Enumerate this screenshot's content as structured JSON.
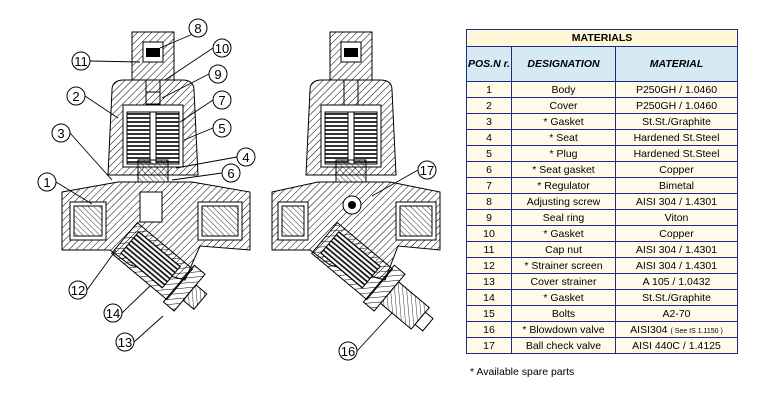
{
  "table": {
    "title": "MATERIALS",
    "headers": [
      "POS.N r.",
      "DESIGNATION",
      "MATERIAL"
    ],
    "rows": [
      {
        "pos": "1",
        "designation": "Body",
        "material": "P250GH / 1.0460"
      },
      {
        "pos": "2",
        "designation": "Cover",
        "material": "P250GH / 1.0460"
      },
      {
        "pos": "3",
        "designation": "* Gasket",
        "material": "St.St./Graphite"
      },
      {
        "pos": "4",
        "designation": "* Seat",
        "material": "Hardened St.Steel"
      },
      {
        "pos": "5",
        "designation": "* Plug",
        "material": "Hardened St.Steel"
      },
      {
        "pos": "6",
        "designation": "* Seat gasket",
        "material": "Copper"
      },
      {
        "pos": "7",
        "designation": "* Regulator",
        "material": "Bimetal"
      },
      {
        "pos": "8",
        "designation": "Adjusting screw",
        "material": "AISI 304 / 1.4301"
      },
      {
        "pos": "9",
        "designation": "Seal ring",
        "material": "Viton"
      },
      {
        "pos": "10",
        "designation": "* Gasket",
        "material": "Copper"
      },
      {
        "pos": "11",
        "designation": "Cap nut",
        "material": "AISI 304 / 1.4301"
      },
      {
        "pos": "12",
        "designation": "* Strainer screen",
        "material": "AISI 304 / 1.4301"
      },
      {
        "pos": "13",
        "designation": "Cover strainer",
        "material": "A 105 / 1.0432"
      },
      {
        "pos": "14",
        "designation": "* Gasket",
        "material": "St.St./Graphite"
      },
      {
        "pos": "15",
        "designation": "Bolts",
        "material": "A2-70"
      },
      {
        "pos": "16",
        "designation": "* Blowdown valve",
        "material": "AISI304",
        "material_note": "( See IS 1.1150 )"
      },
      {
        "pos": "17",
        "designation": "Ball check valve",
        "material": "AISI 440C / 1.4125"
      }
    ],
    "footnote": "* Available spare parts"
  },
  "callouts": [
    "8",
    "10",
    "11",
    "9",
    "2",
    "7",
    "5",
    "3",
    "4",
    "6",
    "1",
    "12",
    "14",
    "13",
    "17",
    "16"
  ]
}
